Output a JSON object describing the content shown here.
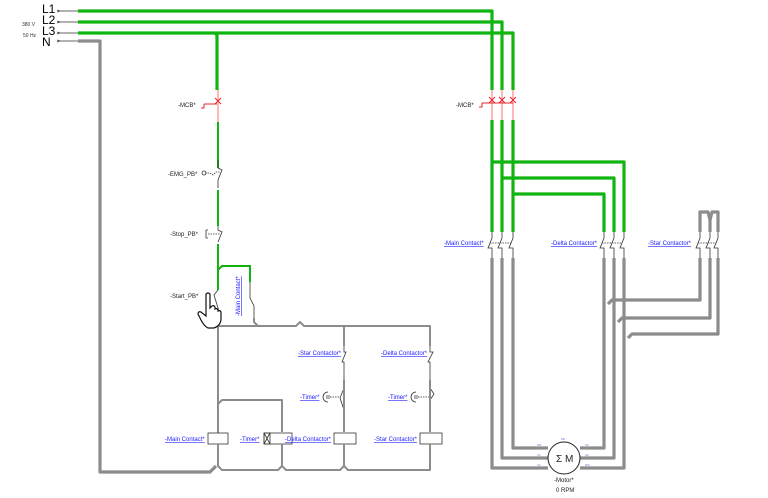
{
  "source": {
    "lines": [
      "L1",
      "L2",
      "L3",
      "N"
    ],
    "voltage": "380 V",
    "frequency": "50 Hz"
  },
  "colors": {
    "energized": "#11b511",
    "de_energized": "#8c8c8c",
    "tripped_breaker": "#e8232a",
    "component_link": "#1a1aff"
  },
  "control_circuit": {
    "mcb": "-MCB*",
    "emergency_pb": "-EMG_PB*",
    "stop_pb": "-Stop_PB*",
    "start_pb": "-Start_PB*",
    "main_contact_aux": "-Main Contact*",
    "star_contactor_aux": "-Star Contactor*",
    "delta_contactor_aux": "-Delta Contactor*",
    "timer_contact_1": "-Timer*",
    "timer_contact_2": "-Timer*",
    "coils": [
      {
        "label": "-Main Contact*"
      },
      {
        "label": "-Timer*"
      },
      {
        "label": "-Delta Contactor*"
      },
      {
        "label": "-Star Contactor*"
      }
    ]
  },
  "power_circuit": {
    "mcb": "-MCB*",
    "main_contactor": "-Main Contact*",
    "delta_contactor": "-Delta Contactor*",
    "star_contactor": "-Star Contactor*",
    "motor": {
      "label": "-Motor*",
      "symbol": "Σ M",
      "speed": "0 RPM",
      "terminals": [
        "W1",
        "V1",
        "U1",
        "V2",
        "U2",
        "W2",
        "PE"
      ]
    }
  },
  "cursor": "hand-pointer"
}
